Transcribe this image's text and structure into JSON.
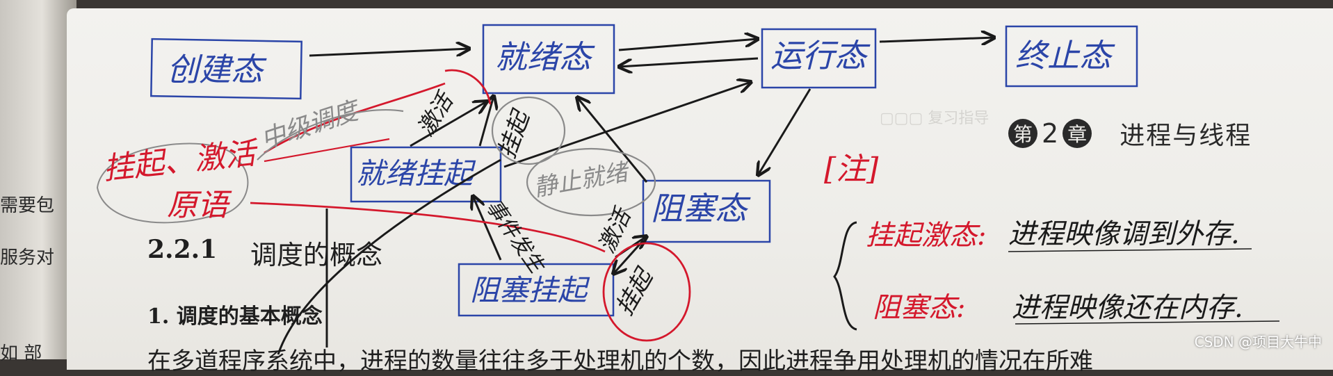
{
  "left_page": {
    "line1": "需要包",
    "line2": "服务对",
    "line3": "如 部"
  },
  "boxes": {
    "create": "创建态",
    "ready": "就绪态",
    "running": "运行态",
    "terminated": "终止态",
    "ready_suspend": "就绪挂起",
    "blocked": "阻塞态",
    "blocked_suspend": "阻塞挂起"
  },
  "arrow_labels": {
    "activate_top": "激活",
    "suspend_circle": "挂起",
    "suspend_circle_lower": "挂起",
    "activate_lower": "激活",
    "event_occurs": "事件发生",
    "grey_strike_1": "中级调度",
    "grey_strike_2": "静止就绪"
  },
  "left_red_note": {
    "line1": "挂起、激活",
    "line2": "原语"
  },
  "book": {
    "chapter_word": "第",
    "chapter_number": "2",
    "chapter_suffix": "章",
    "chapter_title": "进程与线程",
    "section_number": "2.2.1",
    "section_title": "调度的概念",
    "subsection": "1. 调度的基本概念",
    "body_line": "在多道程序系统中，进程的数量往往多于处理机的个数，因此进程争用处理机的情况在所难"
  },
  "notes": {
    "bracket_title": "[注]",
    "suspend_label": "挂起激态:",
    "suspend_text": "进程映像调到外存.",
    "blocked_label": "阻塞态:",
    "blocked_text": "进程映像还在内存."
  },
  "watermark": "CSDN @项目大牛中",
  "colors": {
    "ink_blue": "#2b45a8",
    "ink_red": "#d4182c",
    "ink_black": "#1a1a1a",
    "pencil_grey": "#8a8a8a",
    "paper": "#f0efeb"
  }
}
